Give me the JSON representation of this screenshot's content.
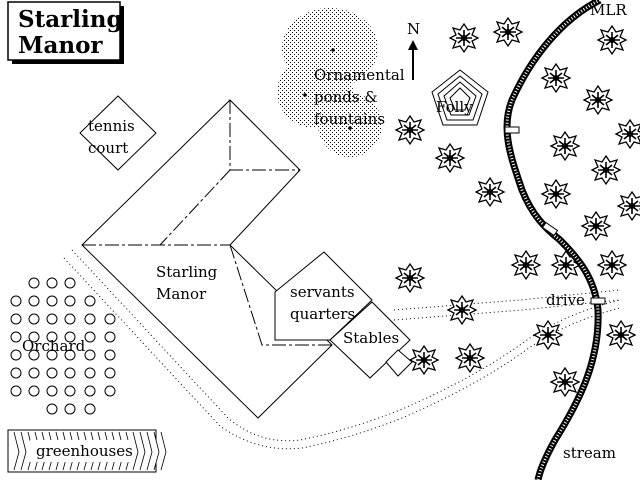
{
  "map": {
    "title_line1": "Starling",
    "title_line2": "Manor",
    "north": "N",
    "corner_label": "MLR",
    "labels": {
      "tennis_line1": "tennis",
      "tennis_line2": "court",
      "ponds_line1": "Ornamental",
      "ponds_line2": "ponds &",
      "ponds_line3": "fountains",
      "folly": "Folly",
      "manor_line1": "Starling",
      "manor_line2": "Manor",
      "servants_line1": "servants",
      "servants_line2": "quarters",
      "stables": "Stables",
      "orchard": "Orchard",
      "greenhouses": "greenhouses",
      "drive": "drive",
      "stream": "stream"
    }
  }
}
